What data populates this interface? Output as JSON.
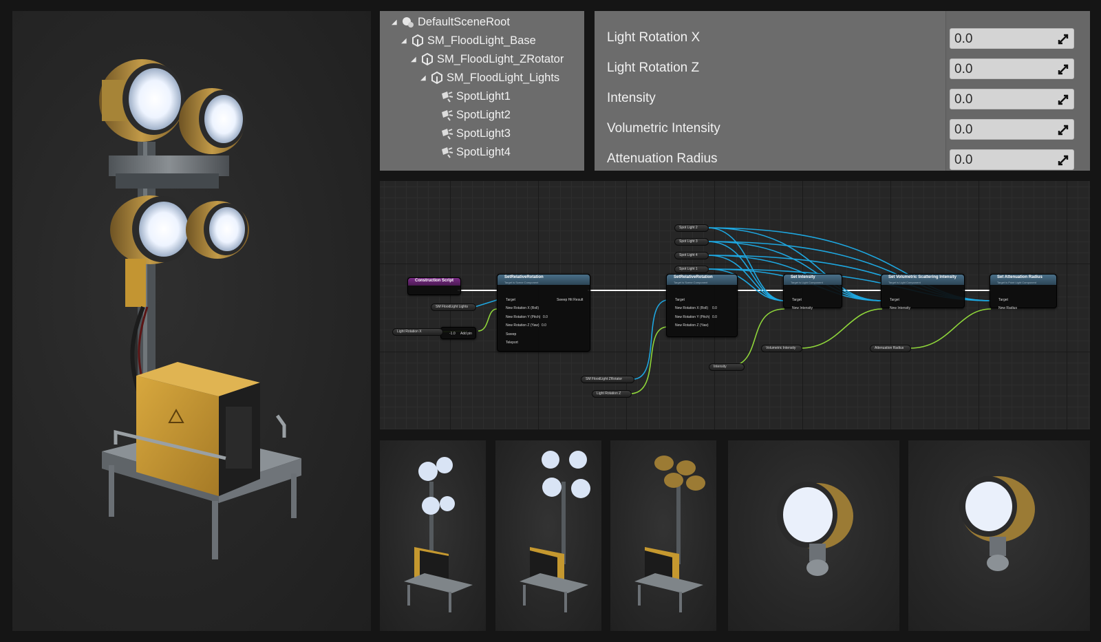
{
  "hierarchy": {
    "items": [
      {
        "label": "DefaultSceneRoot",
        "icon": "scene-root-icon",
        "expanded": true
      },
      {
        "label": "SM_FloodLight_Base",
        "icon": "static-mesh-icon",
        "expanded": true
      },
      {
        "label": "SM_FloodLight_ZRotator",
        "icon": "static-mesh-icon",
        "expanded": true
      },
      {
        "label": "SM_FloodLight_Lights",
        "icon": "static-mesh-icon",
        "expanded": true
      },
      {
        "label": "SpotLight1",
        "icon": "spot-light-icon"
      },
      {
        "label": "SpotLight2",
        "icon": "spot-light-icon"
      },
      {
        "label": "SpotLight3",
        "icon": "spot-light-icon"
      },
      {
        "label": "SpotLight4",
        "icon": "spot-light-icon"
      }
    ]
  },
  "details": {
    "properties": [
      {
        "label": "Light Rotation X",
        "value": "0.0"
      },
      {
        "label": "Light Rotation Z",
        "value": "0.0"
      },
      {
        "label": "Intensity",
        "value": "0.0"
      },
      {
        "label": "Volumetric Intensity",
        "value": "0.0"
      },
      {
        "label": "Attenuation Radius",
        "value": "0.0"
      }
    ]
  },
  "graph": {
    "construction": {
      "title": "Construction Script"
    },
    "node1": {
      "title": "SetRelativeRotation",
      "subtitle": "Target is Scene Component",
      "pins": [
        "Target",
        "New Rotation X (Roll)",
        "New Rotation Y (Pitch)",
        "New Rotation Z (Yaw)",
        "Sweep",
        "Teleport"
      ],
      "out": "Sweep Hit Result",
      "y_value": "0.0",
      "z_value": "0.0"
    },
    "node2": {
      "title": "SetRelativeRotation",
      "subtitle": "Target is Scene Component",
      "pins": [
        "Target",
        "New Rotation X (Roll)",
        "New Rotation Y (Pitch)",
        "New Rotation Z (Yaw)"
      ],
      "x_value": "0.0",
      "y_value": "0.0"
    },
    "node3": {
      "title": "Set Intensity",
      "subtitle": "Target is Light Component",
      "pins": [
        "Target",
        "New Intensity"
      ]
    },
    "node4": {
      "title": "Set Volumetric Scattering Intensity",
      "subtitle": "Target is Light Component",
      "pins": [
        "Target",
        "New Intensity"
      ]
    },
    "node5": {
      "title": "Set Attenuation Radius",
      "subtitle": "Target is Point Light Component",
      "pins": [
        "Target",
        "New Radius"
      ]
    },
    "multiply": {
      "value": "-1.0",
      "add_pin": "Add pin"
    },
    "variables": {
      "lights": "SM FloodLight Lights",
      "rotx": "Light Rotation X",
      "zrotator": "SM FloodLight ZRotator",
      "rotz": "Light Rotation Z",
      "spot2": "Spot Light 2",
      "spot3": "Spot Light 3",
      "spot4": "Spot Light 4",
      "spot1": "Spot Light 1",
      "intensity": "Intensity",
      "volumetric": "Volumetric Intensity",
      "attenuation": "Attenuation Radius"
    }
  },
  "colors": {
    "panel": "#6c6c6c",
    "exec": "#ffffff",
    "object_pin": "#1ea7e0",
    "float_pin": "#8fd63a",
    "bool_pin": "#8b0000",
    "lamp_housing": "#b58d3c"
  }
}
